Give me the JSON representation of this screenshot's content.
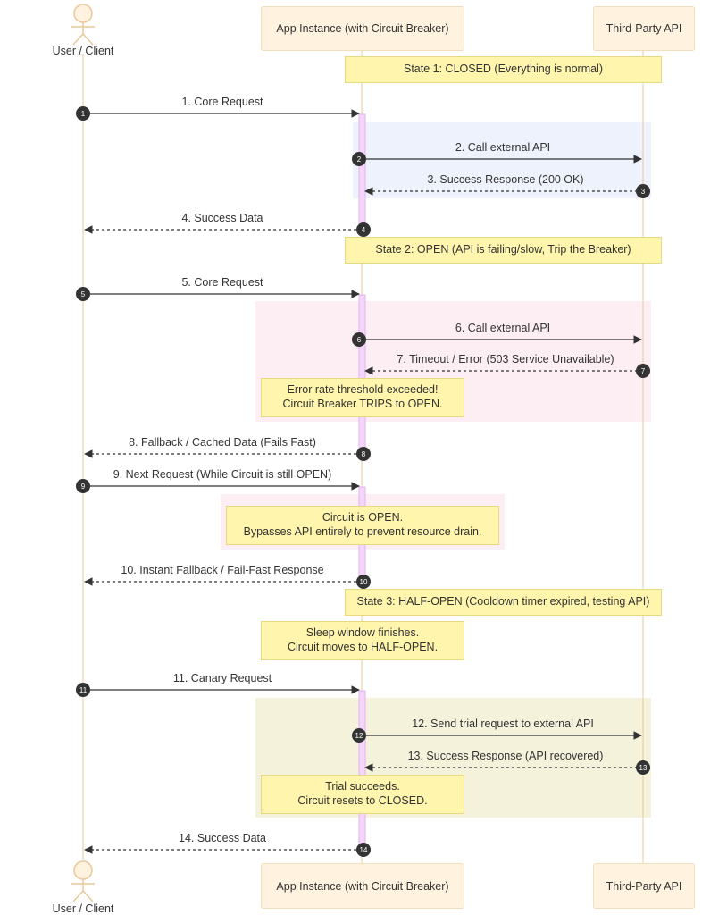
{
  "participants": {
    "user": "User / Client",
    "app": "App Instance (with Circuit Breaker)",
    "api": "Third-Party API"
  },
  "states": {
    "closed": "State 1: CLOSED (Everything is normal)",
    "open": "State 2: OPEN (API is failing/slow, Trip the Breaker)",
    "half_open": "State 3: HALF-OPEN (Cooldown timer expired, testing API)"
  },
  "notes": {
    "trip": "Error rate threshold exceeded!\nCircuit Breaker TRIPS to OPEN.",
    "bypass": "Circuit is OPEN.\nBypasses API entirely to prevent resource drain.",
    "sleep": "Sleep window finishes.\nCircuit moves to HALF-OPEN.",
    "reset": "Trial succeeds.\nCircuit resets to CLOSED."
  },
  "messages": [
    {
      "num": "1",
      "label": "1. Core Request"
    },
    {
      "num": "2",
      "label": "2. Call external API"
    },
    {
      "num": "3",
      "label": "3. Success Response (200 OK)"
    },
    {
      "num": "4",
      "label": "4. Success Data"
    },
    {
      "num": "5",
      "label": "5. Core Request"
    },
    {
      "num": "6",
      "label": "6. Call external API"
    },
    {
      "num": "7",
      "label": "7. Timeout / Error (503 Service Unavailable)"
    },
    {
      "num": "8",
      "label": "8. Fallback / Cached Data (Fails Fast)"
    },
    {
      "num": "9",
      "label": "9. Next Request (While Circuit is still OPEN)"
    },
    {
      "num": "10",
      "label": "10. Instant Fallback / Fail-Fast Response"
    },
    {
      "num": "11",
      "label": "11. Canary Request"
    },
    {
      "num": "12",
      "label": "12. Send trial request to external API"
    },
    {
      "num": "13",
      "label": "13. Success Response (API recovered)"
    },
    {
      "num": "14",
      "label": "14. Success Data"
    }
  ]
}
